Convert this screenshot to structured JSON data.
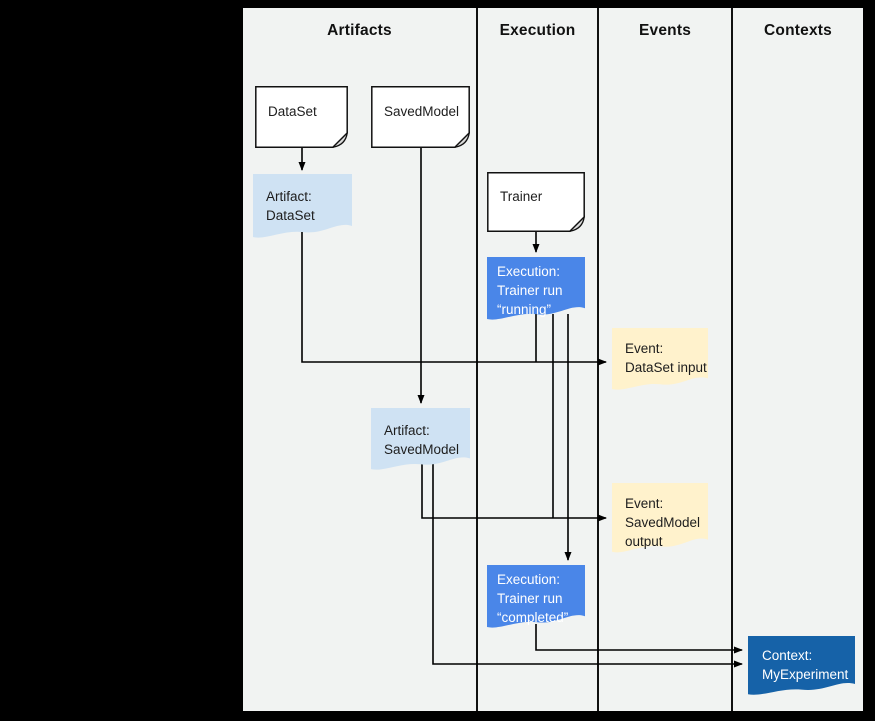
{
  "diagram": {
    "columns": [
      {
        "label": "Artifacts"
      },
      {
        "label": "Execution"
      },
      {
        "label": "Events"
      },
      {
        "label": "Contexts"
      }
    ],
    "nodes": {
      "dataset": {
        "label": "DataSet"
      },
      "savedmodel": {
        "label": "SavedModel"
      },
      "trainer": {
        "label": "Trainer"
      },
      "artifact_dataset": {
        "label": "Artifact:\nDataSet"
      },
      "execution_running": {
        "label": "Execution:\nTrainer run\n“running”"
      },
      "event_dataset_input": {
        "label": "Event:\nDataSet input"
      },
      "artifact_savedmodel": {
        "label": "Artifact:\nSavedModel"
      },
      "event_savedmodel_output": {
        "label": "Event:\nSavedModel\noutput"
      },
      "execution_completed": {
        "label": "Execution:\nTrainer run\n“completed”"
      },
      "context_myexperiment": {
        "label": "Context:\nMyExperiment"
      }
    },
    "colors": {
      "card": "#FFFFFF",
      "artifact": "#CFE2F3",
      "execution": "#4A86E8",
      "event": "#FFF2CC",
      "context": "#1662A8",
      "connector": "#000000"
    }
  }
}
